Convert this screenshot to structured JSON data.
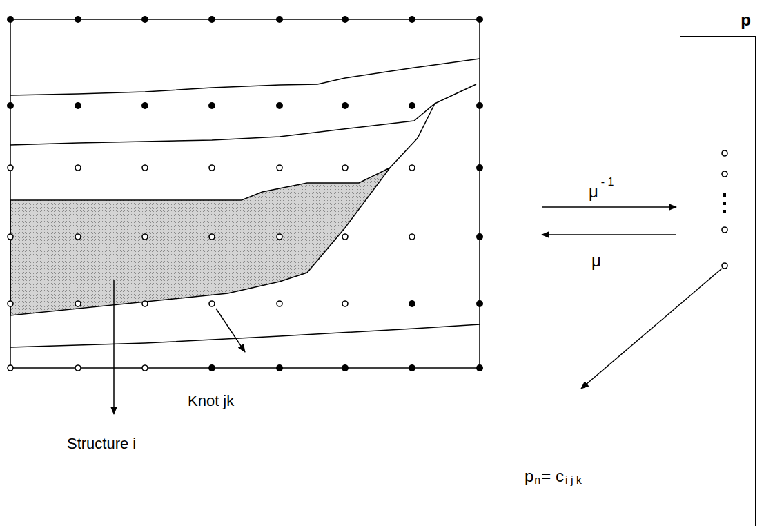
{
  "diagram": {
    "nodes": [
      {
        "text": [
          "p"
        ]
      }
    ],
    "labels": [
      "μ",
      "- 1",
      "μ",
      "Knot jk",
      "Structure i",
      "p",
      "n",
      "= c",
      "i j k"
    ]
  }
}
